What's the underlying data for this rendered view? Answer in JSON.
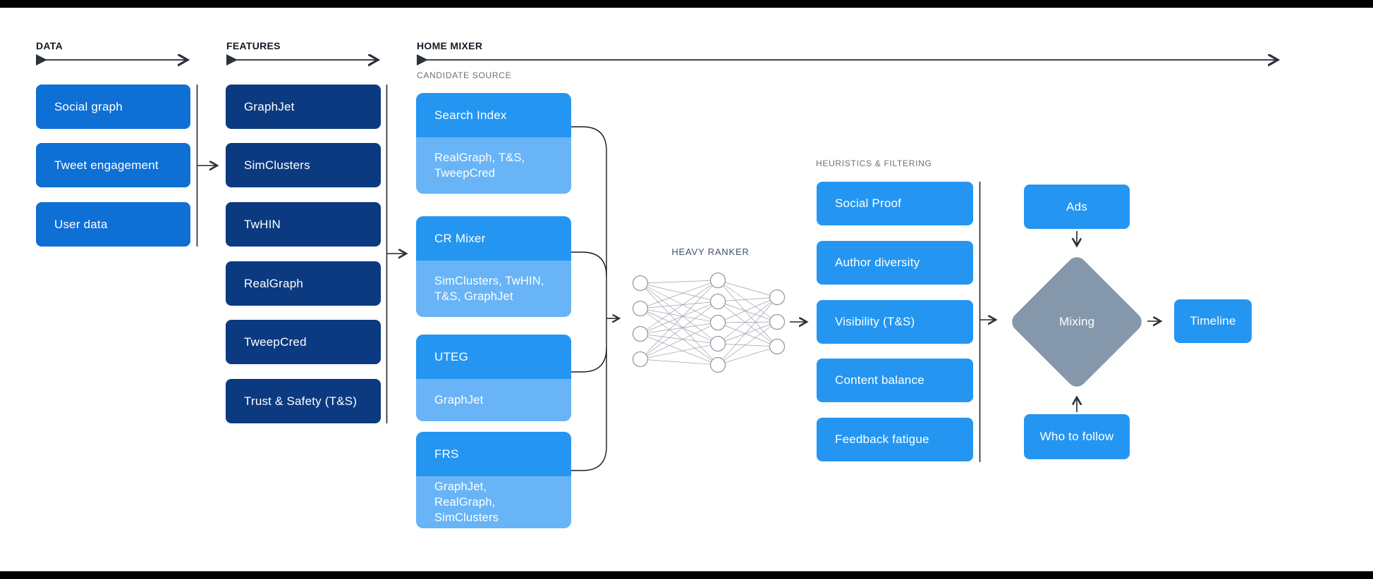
{
  "columns": {
    "data": {
      "header": "DATA",
      "boxes": [
        "Social graph",
        "Tweet engagement",
        "User data"
      ]
    },
    "features": {
      "header": "FEATURES",
      "boxes": [
        "GraphJet",
        "SimClusters",
        "TwHIN",
        "RealGraph",
        "TweepCred",
        "Trust & Safety (T&S)"
      ]
    },
    "home_mixer": {
      "header": "HOME MIXER",
      "section_label": "CANDIDATE SOURCE",
      "candidate_sources": [
        {
          "name": "Search Index",
          "uses": "RealGraph, T&S, TweepCred"
        },
        {
          "name": "CR Mixer",
          "uses": "SimClusters, TwHIN, T&S, GraphJet"
        },
        {
          "name": "UTEG",
          "uses": "GraphJet"
        },
        {
          "name": "FRS",
          "uses": "GraphJet, RealGraph, SimClusters"
        }
      ]
    },
    "heavy_ranker": {
      "label": "HEAVY RANKER"
    },
    "heuristics": {
      "label": "HEURISTICS & FILTERING",
      "boxes": [
        "Social Proof",
        "Author diversity",
        "Visibility (T&S)",
        "Content balance",
        "Feedback fatigue"
      ]
    },
    "mixing_stage": {
      "ads": "Ads",
      "mixing": "Mixing",
      "who_to_follow": "Who to follow",
      "timeline": "Timeline"
    }
  },
  "colors": {
    "data_blue": "#0e6fd4",
    "feature_navy": "#0c3a80",
    "bright_blue": "#2496f2",
    "light_blue": "#68b4f6",
    "diamond_gray": "#8597aa",
    "label_gray": "#68707a",
    "ranker_slate": "#44526b"
  }
}
